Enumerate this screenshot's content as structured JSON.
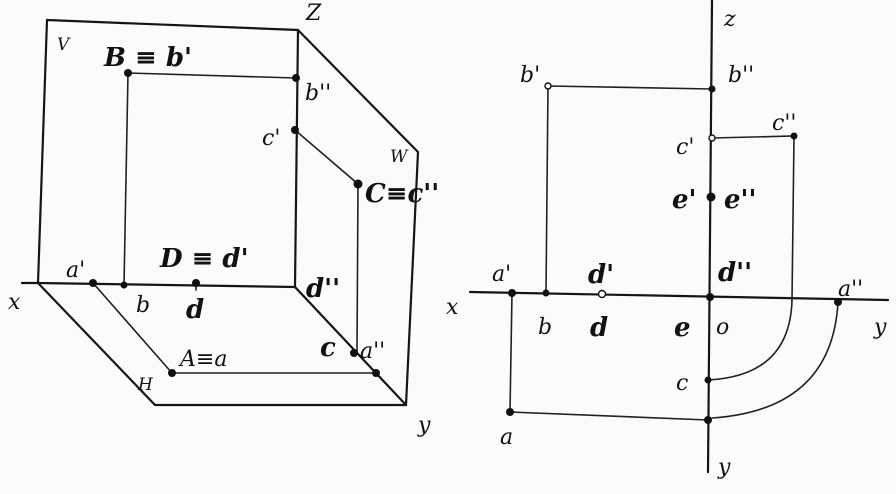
{
  "left_figure": {
    "labels": {
      "z": "Z",
      "v": "V",
      "w": "W",
      "x": "x",
      "y": "y",
      "h": "H",
      "B_b1": "B ≡ b'",
      "b2": "b''",
      "c1": "c'",
      "C_c2": "C≡c''",
      "a1": "a'",
      "D_d1": "D ≡ d'",
      "b": "b",
      "d": "d",
      "d2": "d''",
      "c": "c",
      "a2": "a''",
      "A_a": "A≡a"
    }
  },
  "right_figure": {
    "labels": {
      "z": "z",
      "x": "x",
      "y_right": "y",
      "y_bottom": "y",
      "b1": "b'",
      "b2": "b''",
      "c1": "c'",
      "c2": "c''",
      "e1": "e'",
      "e2": "e''",
      "a1": "a'",
      "d1": "d'",
      "d2": "d''",
      "a2": "a''",
      "b": "b",
      "d": "d",
      "e": "e",
      "o": "o",
      "c": "c",
      "a": "a"
    }
  }
}
